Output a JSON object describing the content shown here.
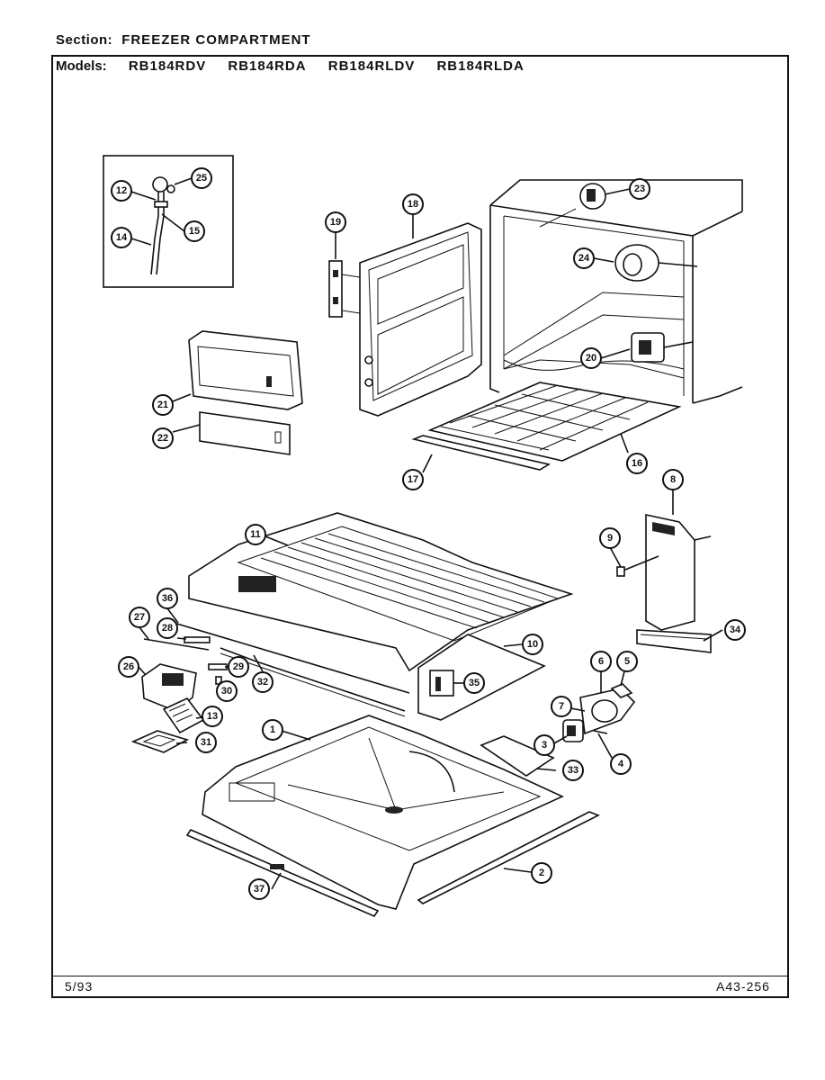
{
  "header": {
    "section_label": "Section:",
    "section_value": "FREEZER COMPARTMENT",
    "models_label": "Models:",
    "models": [
      "RB184RDV",
      "RB184RDA",
      "RB184RLDV",
      "RB184RLDA"
    ]
  },
  "footer": {
    "date": "5/93",
    "code": "A43-256"
  },
  "callouts": [
    {
      "id": "c1",
      "label": "1"
    },
    {
      "id": "c2",
      "label": "2"
    },
    {
      "id": "c3",
      "label": "3"
    },
    {
      "id": "c4",
      "label": "4"
    },
    {
      "id": "c5",
      "label": "5"
    },
    {
      "id": "c6",
      "label": "6"
    },
    {
      "id": "c7",
      "label": "7"
    },
    {
      "id": "c8",
      "label": "8"
    },
    {
      "id": "c9",
      "label": "9"
    },
    {
      "id": "c10",
      "label": "10"
    },
    {
      "id": "c11",
      "label": "11"
    },
    {
      "id": "c12",
      "label": "12"
    },
    {
      "id": "c13",
      "label": "13"
    },
    {
      "id": "c14",
      "label": "14"
    },
    {
      "id": "c15",
      "label": "15"
    },
    {
      "id": "c16",
      "label": "16"
    },
    {
      "id": "c17",
      "label": "17"
    },
    {
      "id": "c18",
      "label": "18"
    },
    {
      "id": "c19",
      "label": "19"
    },
    {
      "id": "c20",
      "label": "20"
    },
    {
      "id": "c21",
      "label": "21"
    },
    {
      "id": "c22",
      "label": "22"
    },
    {
      "id": "c23",
      "label": "23"
    },
    {
      "id": "c24",
      "label": "24"
    },
    {
      "id": "c25",
      "label": "25"
    },
    {
      "id": "c26",
      "label": "26"
    },
    {
      "id": "c27",
      "label": "27"
    },
    {
      "id": "c28",
      "label": "28"
    },
    {
      "id": "c29",
      "label": "29"
    },
    {
      "id": "c30",
      "label": "30"
    },
    {
      "id": "c31",
      "label": "31"
    },
    {
      "id": "c32",
      "label": "32"
    },
    {
      "id": "c33",
      "label": "33"
    },
    {
      "id": "c34",
      "label": "34"
    },
    {
      "id": "c35",
      "label": "35"
    },
    {
      "id": "c36",
      "label": "36"
    },
    {
      "id": "c37",
      "label": "37"
    }
  ]
}
